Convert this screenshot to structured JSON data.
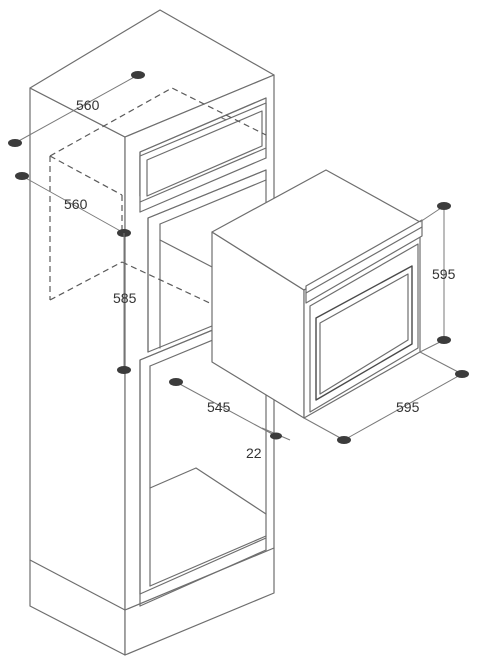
{
  "dimensions": {
    "cabinet_depth_top": "560",
    "cabinet_depth": "560",
    "niche_height": "585",
    "oven_depth": "545",
    "oven_front_offset": "22",
    "oven_height": "595",
    "oven_width": "595"
  },
  "colors": {
    "line": "#6e6e6e",
    "dimension_marker": "#3c3c3c",
    "label": "#333333"
  }
}
